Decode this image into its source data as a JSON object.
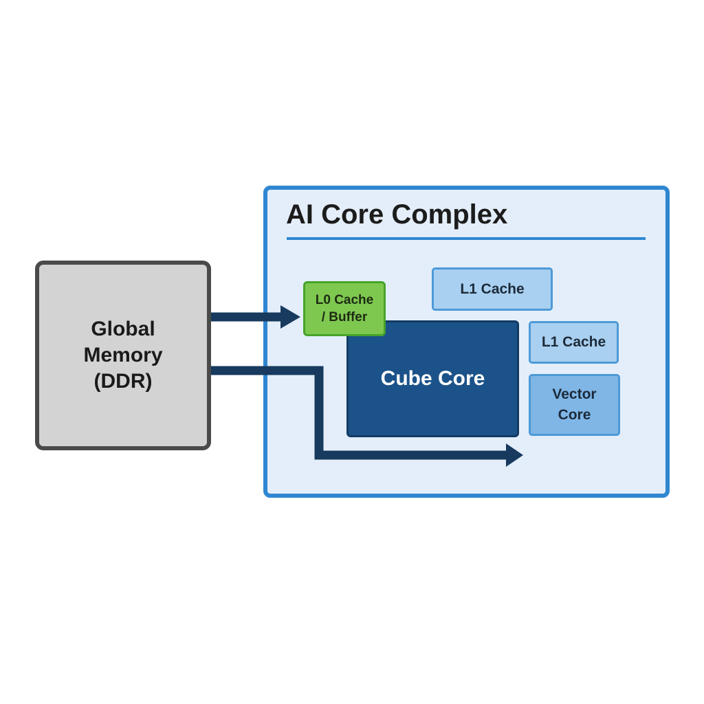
{
  "diagram": {
    "global_memory": {
      "lines": [
        "Global",
        "Memory",
        "(DDR)"
      ]
    },
    "complex": {
      "title": "AI Core Complex"
    },
    "l0_cache": {
      "lines": [
        "L0 Cache",
        "/ Buffer"
      ]
    },
    "l1_cache_top": {
      "label": "L1 Cache"
    },
    "l1_cache_right": {
      "label": "L1 Cache"
    },
    "cube_core": {
      "label": "Cube Core"
    },
    "vector_core": {
      "lines": [
        "Vector",
        "Core"
      ]
    }
  },
  "colors": {
    "memory_fill": "#d3d3d3",
    "memory_border": "#4a4a4a",
    "complex_fill": "#e3eefa",
    "complex_border": "#2f86d1",
    "l0_fill": "#7ec850",
    "cube_fill": "#1b5289",
    "cache_fill": "#a9d0f0",
    "vector_fill": "#7fb6e6",
    "arrow": "#173a5e"
  }
}
